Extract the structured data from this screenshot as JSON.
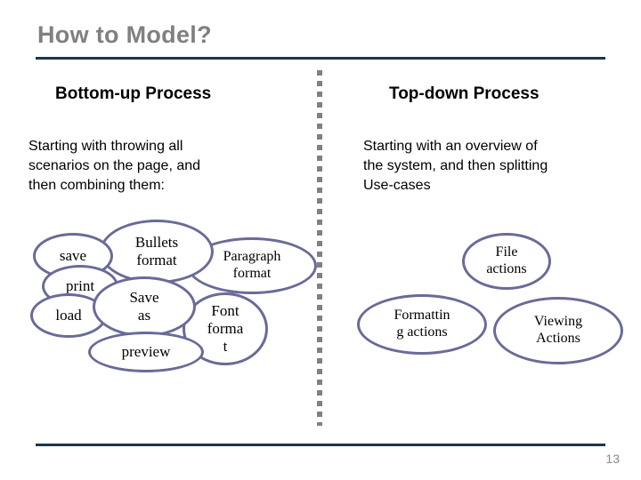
{
  "slide": {
    "title": "How to Model?",
    "page_number": "13",
    "rule_color": "#1d3548",
    "divider_color": "#808080",
    "title_color": "#808080",
    "ellipse_stroke_color": "#6a6a99"
  },
  "columns": {
    "left": {
      "heading": "Bottom-up Process",
      "body": "Starting with throwing all\n scenarios on the page, and\n then combining them:"
    },
    "right": {
      "heading": "Top-down Process",
      "body": "Starting with an overview of\nthe system, and then splitting\nUse-cases"
    }
  },
  "left_diagram": {
    "nodes": [
      {
        "id": "save",
        "label": "save"
      },
      {
        "id": "print",
        "label": "print"
      },
      {
        "id": "load",
        "label": "load"
      },
      {
        "id": "bullets-format",
        "label": "Bullets\nformat"
      },
      {
        "id": "paragraph-format",
        "label": "Paragraph\nformat"
      },
      {
        "id": "save-as",
        "label": "Save\nas"
      },
      {
        "id": "font-format",
        "label": "Font\nforma\nt"
      },
      {
        "id": "preview",
        "label": "preview"
      }
    ]
  },
  "right_diagram": {
    "nodes": [
      {
        "id": "file-actions",
        "label": "File\nactions"
      },
      {
        "id": "formatting-actions",
        "label": "Formattin\ng actions"
      },
      {
        "id": "viewing-actions",
        "label": "Viewing\nActions"
      }
    ]
  }
}
